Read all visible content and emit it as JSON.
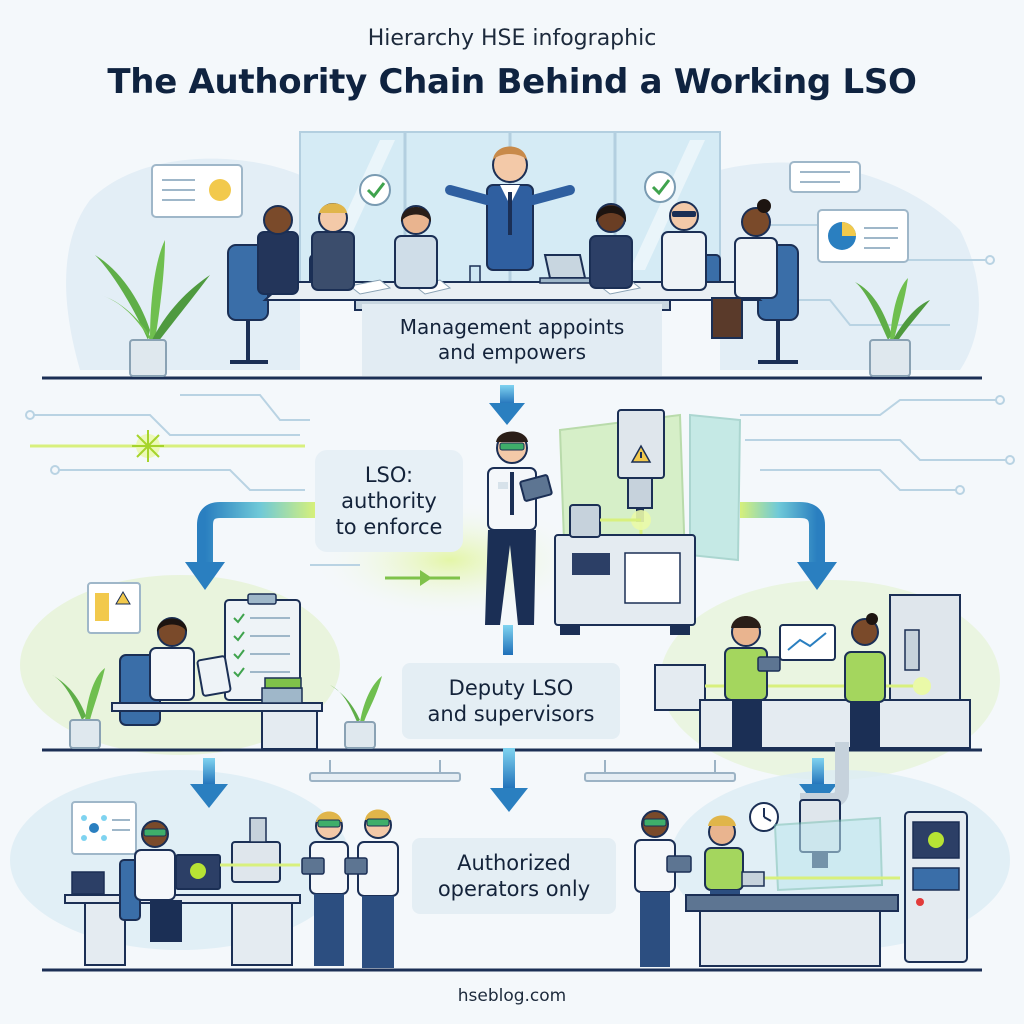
{
  "header": {
    "eyebrow": "Hierarchy HSE infographic",
    "title": "The Authority Chain Behind a Working LSO"
  },
  "tiers": {
    "management": {
      "line1": "Management appoints",
      "line2": "and empowers"
    },
    "lso": {
      "line1": "LSO:",
      "line2": "authority",
      "line3": "to enforce"
    },
    "deputy": {
      "line1": "Deputy LSO",
      "line2": "and supervisors"
    },
    "operators": {
      "line1": "Authorized",
      "line2": "operators only"
    }
  },
  "footer": {
    "site": "hseblog.com"
  },
  "colors": {
    "navy": "#1b2f55",
    "arrow": "#2a7fc0",
    "laser": "#b7e334",
    "label_bg": "#e2ecf3"
  },
  "icons": [
    "checkmark-bubble-icon",
    "pie-chart-icon",
    "laser-warning-icon",
    "clock-icon",
    "molecule-icon",
    "checklist-icon"
  ]
}
